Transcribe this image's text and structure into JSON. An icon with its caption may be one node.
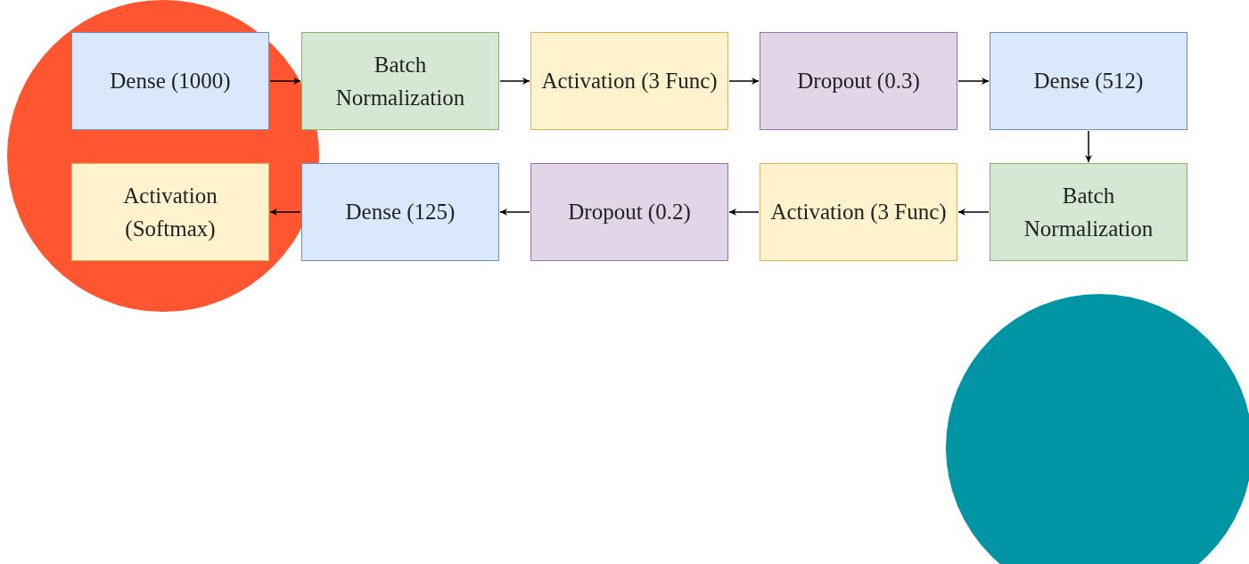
{
  "diagram": {
    "nodes": [
      {
        "text": [
          "Dense (1000)"
        ]
      },
      {
        "text": [
          "Batch Normalization"
        ]
      },
      {
        "text": [
          "Activation (3 Func)"
        ]
      },
      {
        "text": [
          "Dropout (0.3)"
        ]
      },
      {
        "text": [
          "Dense (512)"
        ]
      },
      {
        "text": [
          "Batch Normalization"
        ]
      },
      {
        "text": [
          "Activation (3 Func)"
        ]
      },
      {
        "text": [
          "Dropout (0.2)"
        ]
      },
      {
        "text": [
          "Dense (125)"
        ]
      },
      {
        "text": [
          "Activation (Softmax)"
        ]
      }
    ],
    "edges": [
      {
        "from": 0,
        "to": 1,
        "arrow": "to"
      },
      {
        "from": 1,
        "to": 2,
        "arrow": "to"
      },
      {
        "from": 2,
        "to": 3,
        "arrow": "to"
      },
      {
        "from": 3,
        "to": 4,
        "arrow": "to"
      },
      {
        "from": 4,
        "to": 5,
        "arrow": "to"
      },
      {
        "from": 5,
        "to": 6,
        "arrow": "to"
      },
      {
        "from": 6,
        "to": 7,
        "arrow": "to"
      },
      {
        "from": 7,
        "to": 8,
        "arrow": "to"
      },
      {
        "from": 8,
        "to": 9,
        "arrow": "to"
      }
    ]
  }
}
